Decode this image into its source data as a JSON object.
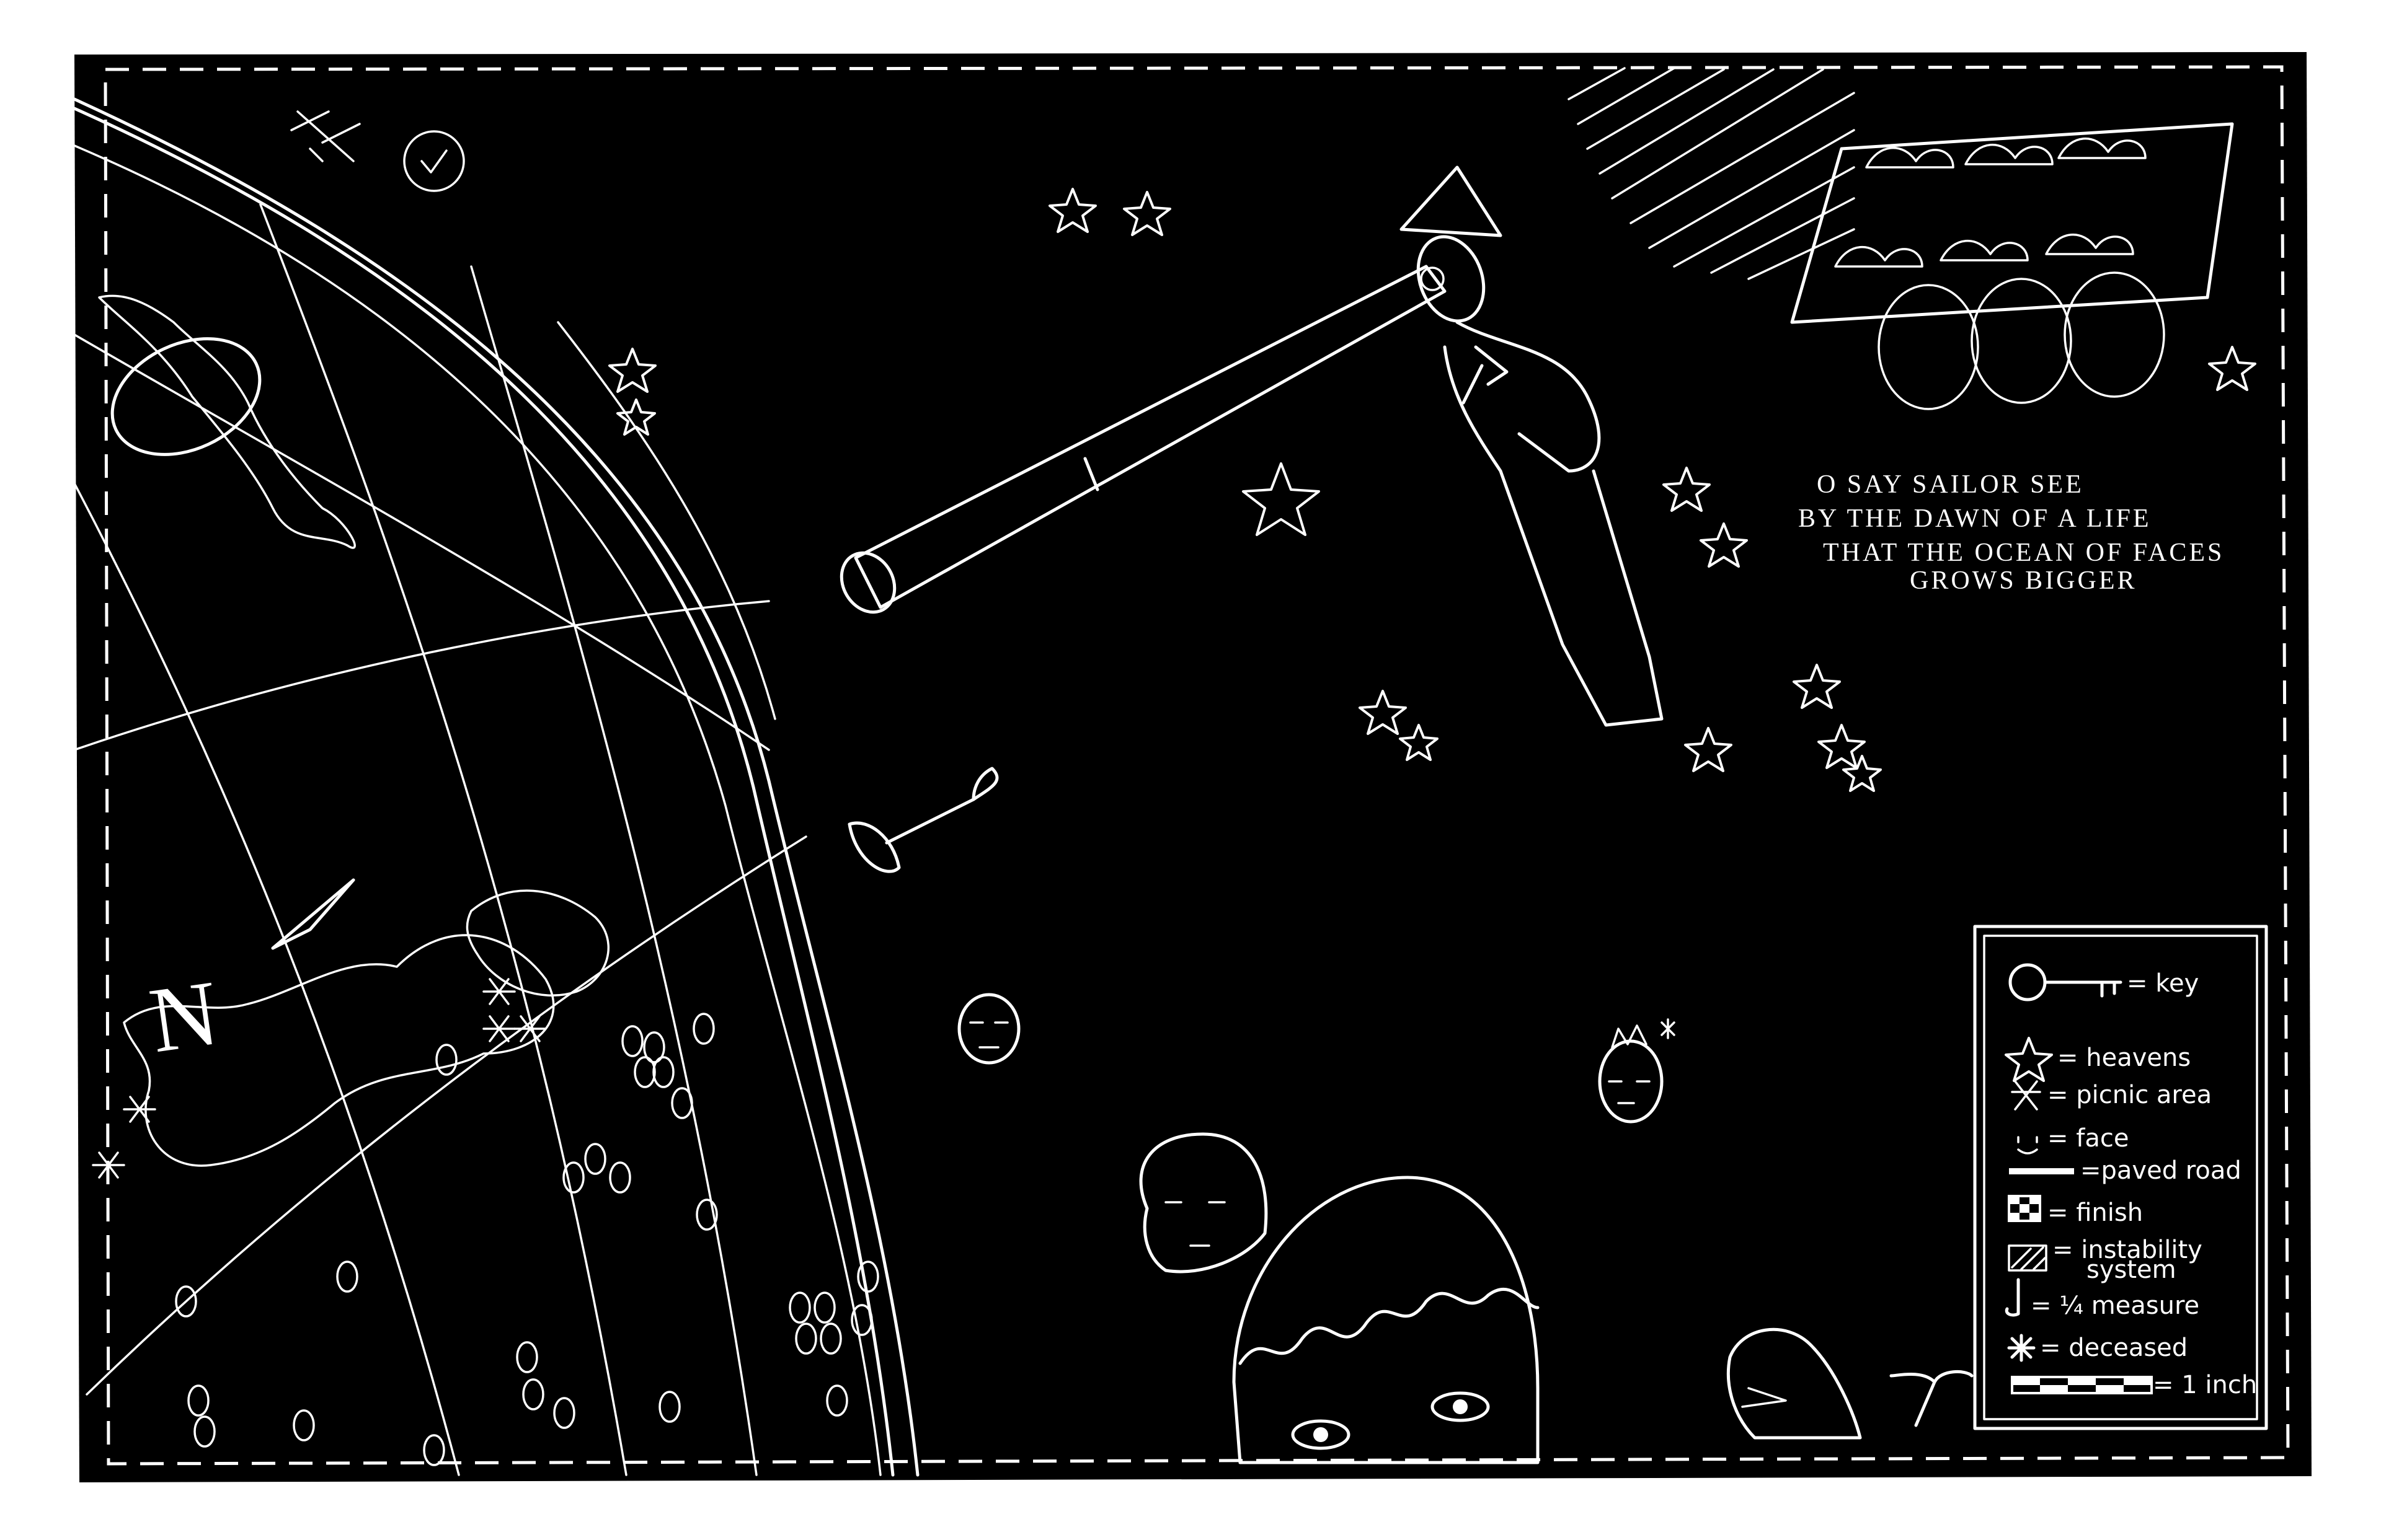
{
  "verse": {
    "line1": "O SAY SAILOR SEE",
    "line2": "BY THE DAWN OF A LIFE",
    "line3": "THAT THE OCEAN OF FACES",
    "line4": "GROWS BIGGER"
  },
  "compass": {
    "north_label": "N"
  },
  "legend": {
    "items": [
      {
        "icon": "key-icon",
        "label": "= key"
      },
      {
        "icon": "star-icon",
        "label": "= heavens"
      },
      {
        "icon": "picnic-icon",
        "label": "= picnic area"
      },
      {
        "icon": "face-icon",
        "label": "= face"
      },
      {
        "icon": "road-icon",
        "label": "=paved road"
      },
      {
        "icon": "checkered-flag-icon",
        "label": "= finish"
      },
      {
        "icon": "hatched-box-icon",
        "label": "= instability",
        "label2": "system"
      },
      {
        "icon": "music-note-icon",
        "label": "= ¼ measure"
      },
      {
        "icon": "asterisk-icon",
        "label": "= deceased"
      },
      {
        "icon": "scale-bar-icon",
        "label": "= 1 inch"
      }
    ]
  },
  "colors": {
    "background": "#000000",
    "ink": "#ffffff",
    "paper": "#ffffff"
  }
}
